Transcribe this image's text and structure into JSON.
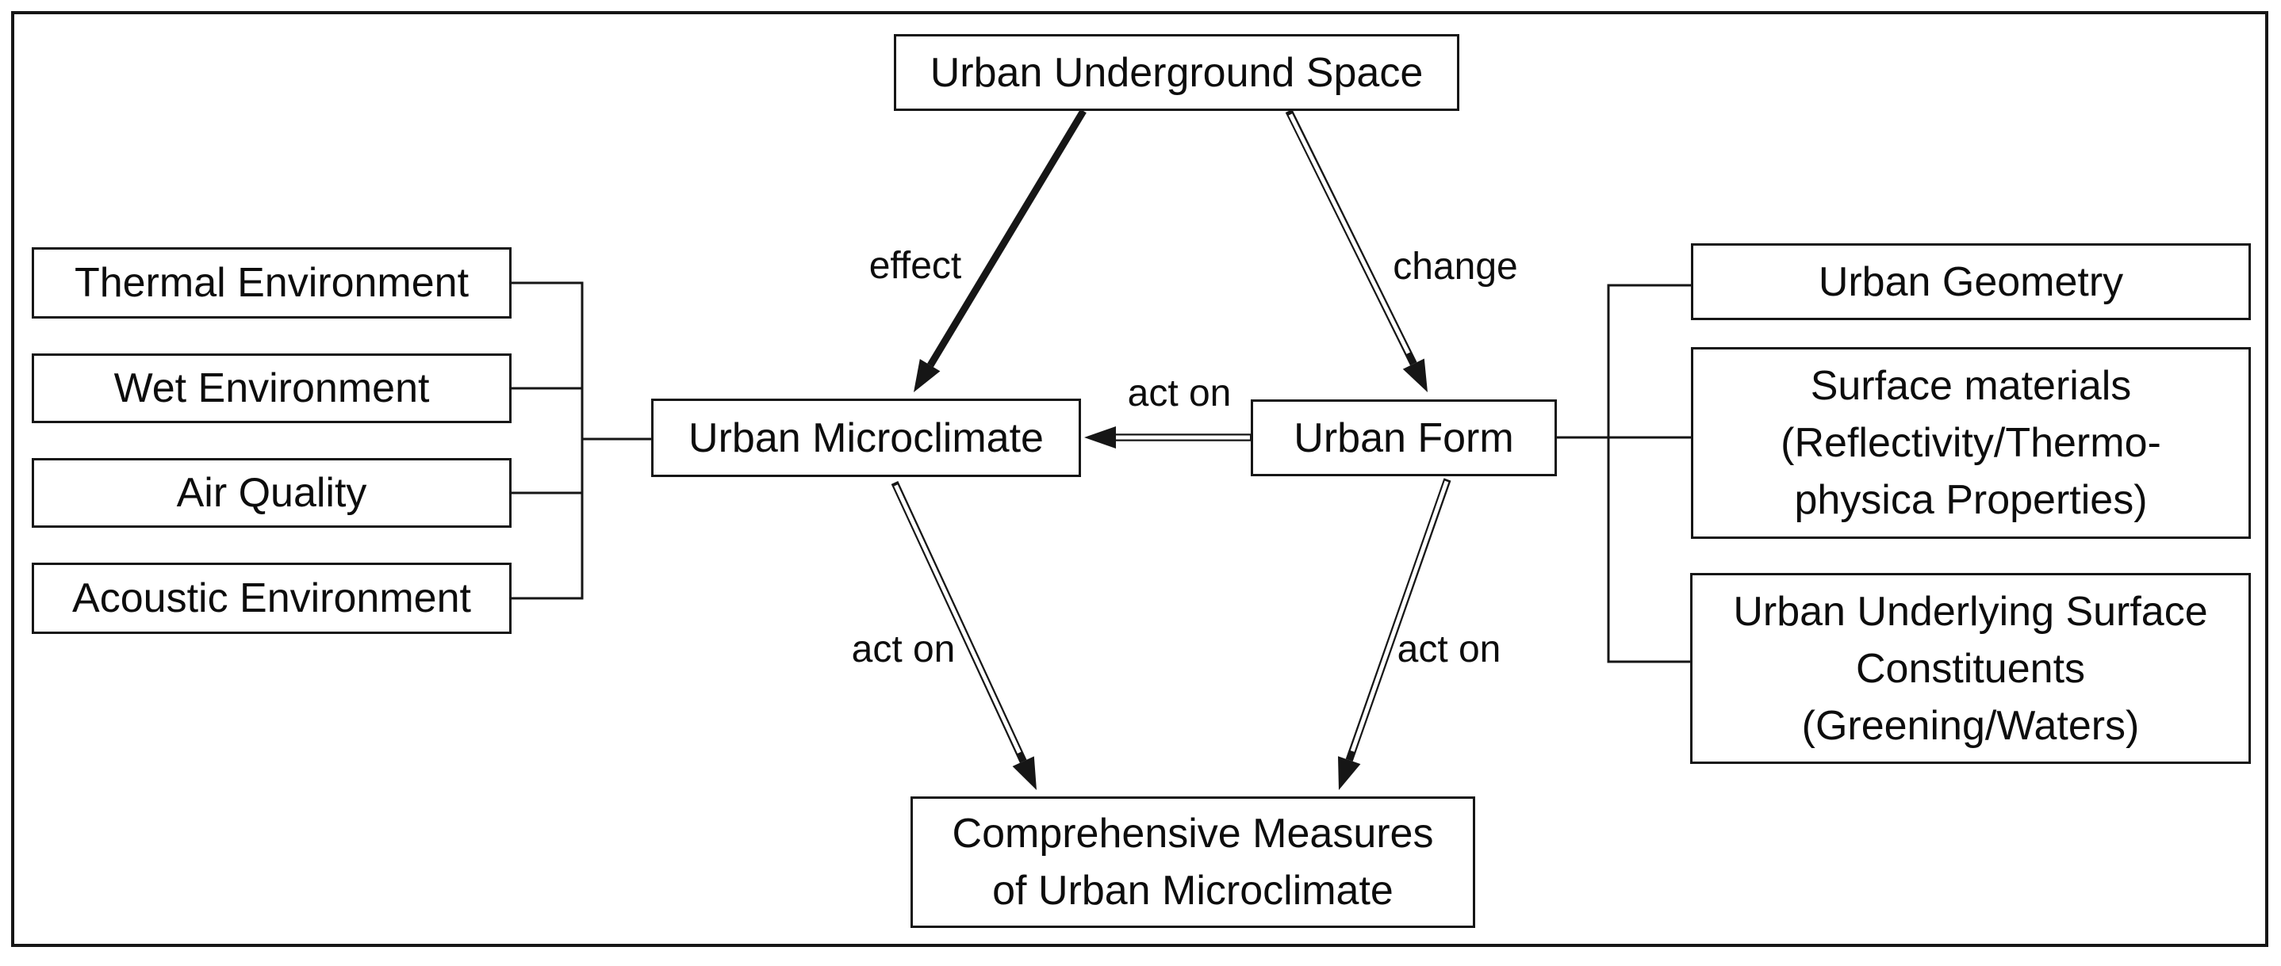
{
  "diagram": {
    "title_hint": "Relationship of Urban Underground Space, Urban Form and Urban Microclimate",
    "colors": {
      "line": "#161616",
      "background": "#ffffff",
      "text": "#0d0d0d"
    },
    "nodes": {
      "underground_space": {
        "label": "Urban Underground Space"
      },
      "microclimate": {
        "label": "Urban Microclimate"
      },
      "urban_form": {
        "label": "Urban Form"
      },
      "thermal": {
        "label": "Thermal Environment"
      },
      "wet": {
        "label": "Wet Environment"
      },
      "air": {
        "label": "Air Quality"
      },
      "acoustic": {
        "label": "Acoustic Environment"
      },
      "geometry": {
        "label": "Urban Geometry"
      },
      "surface_materials": {
        "label": "Surface materials\n(Reflectivity/Thermo-\nphysica Properties)"
      },
      "underlying": {
        "label": "Urban Underlying Surface\nConstituents\n(Greening/Waters)"
      },
      "measures": {
        "label": "Comprehensive Measures\nof Urban Microclimate"
      }
    },
    "edge_labels": {
      "effect": "effect",
      "change": "change",
      "act_on": "act on"
    },
    "edges": [
      {
        "from": "underground_space",
        "to": "microclimate",
        "label": "effect",
        "style": "solid-arrow"
      },
      {
        "from": "underground_space",
        "to": "urban_form",
        "label": "change",
        "style": "double-line-arrow"
      },
      {
        "from": "urban_form",
        "to": "microclimate",
        "label": "act on",
        "style": "double-line-arrow"
      },
      {
        "from": "microclimate",
        "to": "measures",
        "label": "act on",
        "style": "double-line-arrow"
      },
      {
        "from": "urban_form",
        "to": "measures",
        "label": "act on",
        "style": "double-line-arrow"
      },
      {
        "from": "microclimate",
        "to": "thermal|wet|air|acoustic",
        "label": "",
        "style": "bracket"
      },
      {
        "from": "urban_form",
        "to": "geometry|surface_materials|underlying",
        "label": "",
        "style": "bracket"
      }
    ]
  }
}
